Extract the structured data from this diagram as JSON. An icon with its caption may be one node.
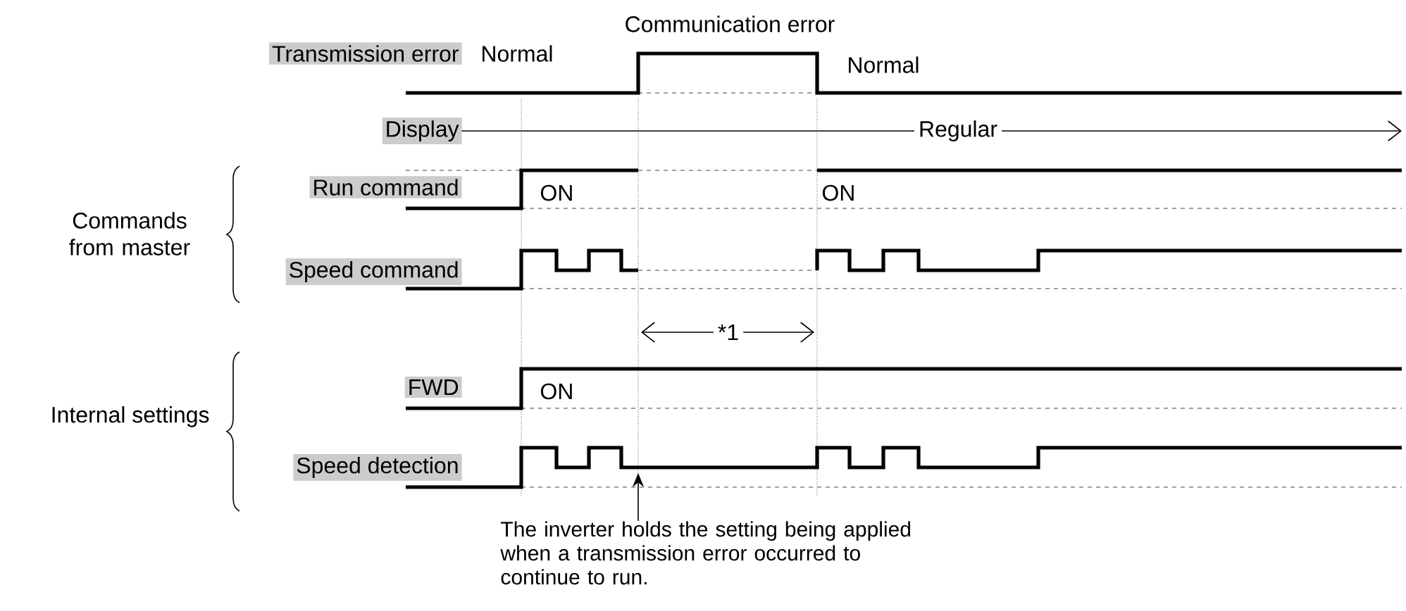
{
  "diagram": {
    "nodes": [
      {
        "text": [
          "Transmission error"
        ]
      },
      {
        "text": [
          "Display"
        ]
      },
      {
        "text": [
          "Run command"
        ]
      },
      {
        "text": [
          "Speed command"
        ]
      },
      {
        "text": [
          "FWD"
        ]
      },
      {
        "text": [
          "Speed detection"
        ]
      },
      {
        "text": [
          "The inverter holds the setting being applied when a transmission error occurred to continue to run."
        ]
      }
    ],
    "edges": [
      {
        "from": 6,
        "to": 5,
        "arrow": "to"
      }
    ],
    "labels": [
      "Communication error",
      "Normal",
      "Normal",
      "Regular",
      "Commands from master",
      "ON",
      "ON",
      "*1",
      "Internal settings",
      "ON"
    ]
  }
}
